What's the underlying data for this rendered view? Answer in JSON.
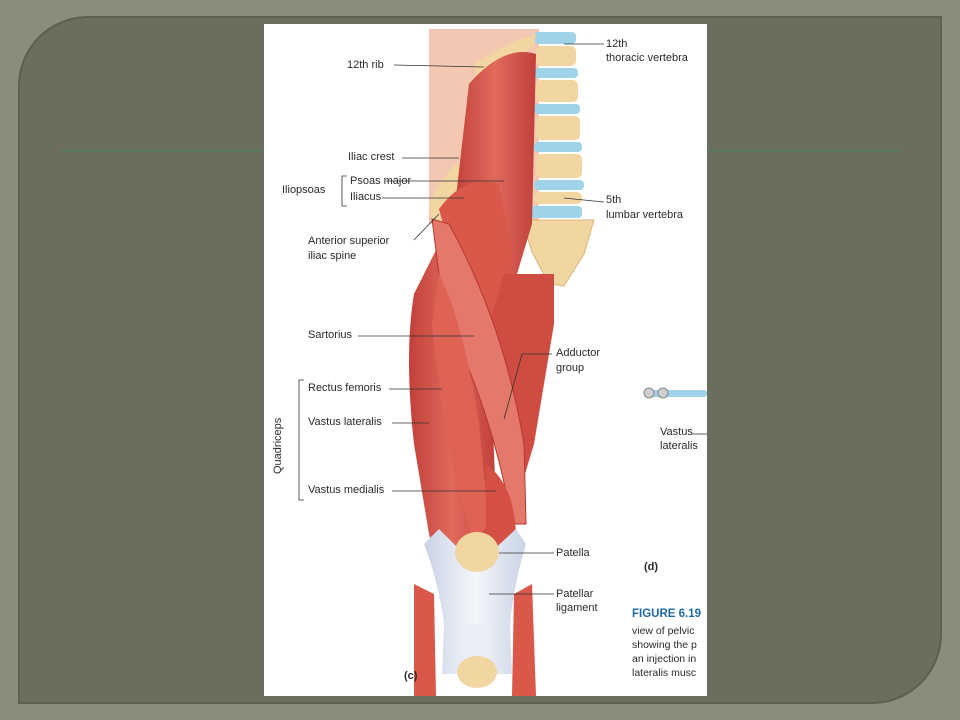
{
  "slide": {
    "accent_background": "#6b6e5d",
    "outer_background": "#8a8d7c",
    "rule_color": "#5a7a5f"
  },
  "figure": {
    "labels": {
      "rib12": "12th rib",
      "thoracic12_a": "12th",
      "thoracic12_b": "thoracic vertebra",
      "iliac_crest": "Iliac crest",
      "iliopsoas": "Iliopsoas",
      "psoas_major": "Psoas major",
      "iliacus": "Iliacus",
      "lumbar5_a": "5th",
      "lumbar5_b": "lumbar vertebra",
      "asis_a": "Anterior superior",
      "asis_b": "iliac spine",
      "sartorius": "Sartorius",
      "adductor_a": "Adductor",
      "adductor_b": "group",
      "rectus_femoris": "Rectus femoris",
      "quadriceps": "Quadriceps",
      "vastus_lateralis": "Vastus lateralis",
      "vastus_medialis": "Vastus medialis",
      "patella": "Patella",
      "patellar_a": "Patellar",
      "patellar_b": "ligament",
      "panel_c": "(c)",
      "panel_d": "(d)",
      "d_vastus_a": "Vastus",
      "d_vastus_b": "lateralis"
    },
    "title": "FIGURE 6.19",
    "caption": "view of pelvic\nshowing the p\nan injection in\nlateralis musc",
    "colors": {
      "muscle": "#d9584a",
      "muscle_dark": "#b8362d",
      "bone": "#f2d6a2",
      "disc": "#9fd4e8",
      "skin": "#f4c7b3",
      "tendon": "#dfe6f2",
      "title": "#1f6aa6"
    }
  }
}
